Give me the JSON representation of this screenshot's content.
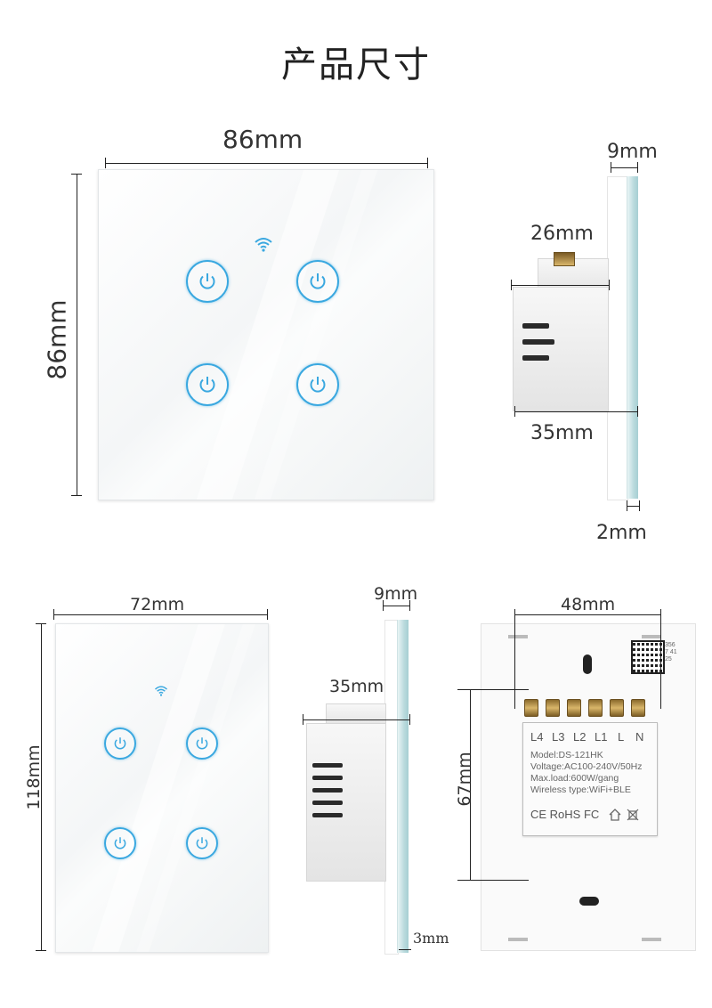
{
  "title": "产品尺寸",
  "eu": {
    "width_label": "86mm",
    "height_label": "86mm",
    "side_depth_label": "9mm",
    "side_body_label": "26mm",
    "side_total_label": "35mm",
    "side_glass_label": "2mm"
  },
  "us": {
    "width_label": "72mm",
    "height_label": "118mm",
    "side_depth_label": "9mm",
    "side_total_label": "35mm",
    "side_glass_label": "3mm",
    "back_width_label": "48mm",
    "back_height_label": "67mm"
  },
  "module": {
    "terminals": [
      "L4",
      "L3",
      "L2",
      "L1",
      "L",
      "N"
    ],
    "model": "Model:DS-121HK",
    "voltage": "Voltage:AC100-240V/50Hz",
    "max_load": "Max.load:600W/gang",
    "wireless": "Wireless type:WiFi+BLE",
    "certs": "CE RoHS FC",
    "qr_side_text": "3567 4125"
  },
  "icons": {
    "button": "power-icon",
    "wifi": "wifi-icon"
  },
  "colors": {
    "button_ring": "#3aa8e0",
    "glass_edge": "#a6cfd2"
  }
}
